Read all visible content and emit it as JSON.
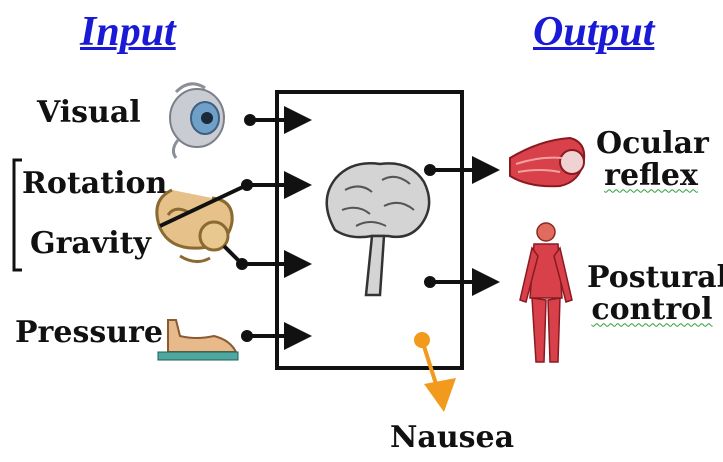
{
  "headings": {
    "input": "Input",
    "output": "Output"
  },
  "inputs": {
    "visual": "Visual",
    "rotation": "Rotation",
    "gravity": "Gravity",
    "pressure": "Pressure"
  },
  "outputs": {
    "ocular_line1": "Ocular",
    "ocular_line2": "reflex",
    "postural_line1": "Postural",
    "postural_line2": "control"
  },
  "side_effect": "Nausea",
  "colors": {
    "heading": "#1a1ad6",
    "nausea_arrow": "#f29a1c",
    "muscle": "#d8414a",
    "skin": "#e8b98a",
    "squiggle": "#2e9e3a"
  }
}
